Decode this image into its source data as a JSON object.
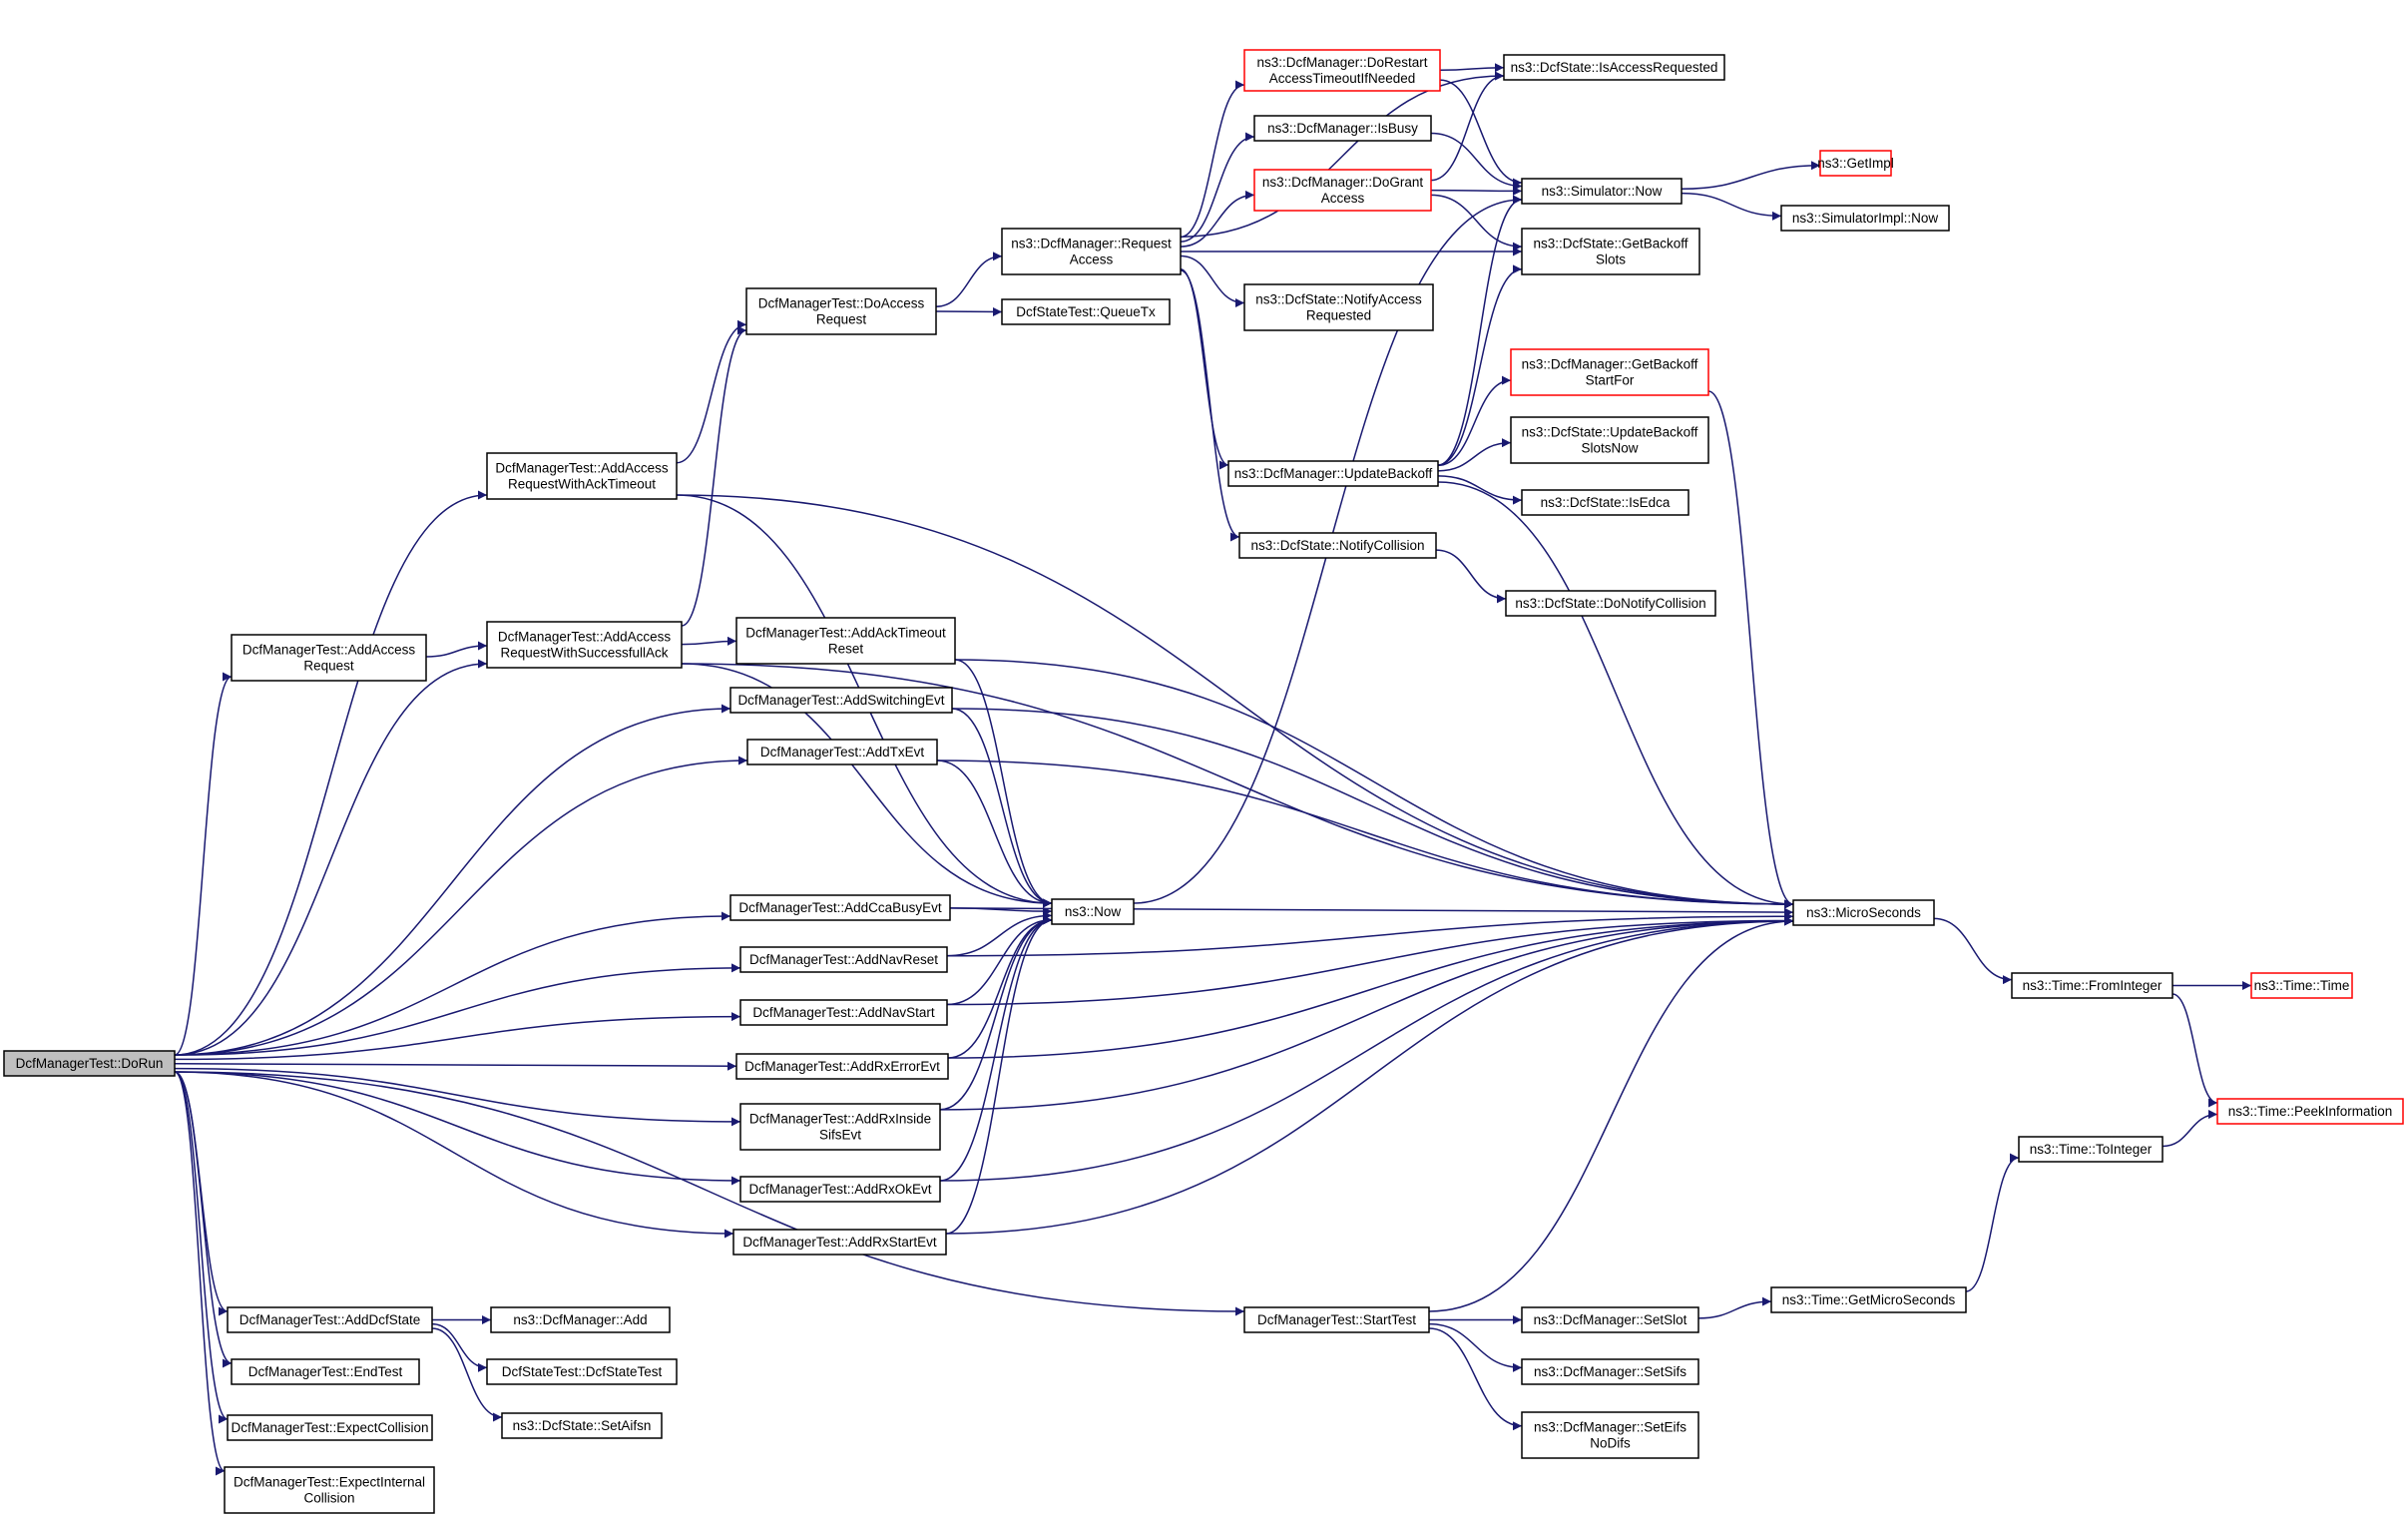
{
  "nodes": [
    {
      "id": "dorun",
      "lines": [
        "DcfManagerTest::DoRun"
      ],
      "style": "root"
    },
    {
      "id": "addAccTO",
      "lines": [
        "DcfManagerTest::AddAccess",
        "RequestWithAckTimeout"
      ],
      "style": "normal"
    },
    {
      "id": "addAccReq",
      "lines": [
        "DcfManagerTest::AddAccess",
        "Request"
      ],
      "style": "normal"
    },
    {
      "id": "addAccSucc",
      "lines": [
        "DcfManagerTest::AddAccess",
        "RequestWithSuccessfullAck"
      ],
      "style": "normal"
    },
    {
      "id": "doAccReq",
      "lines": [
        "DcfManagerTest::DoAccess",
        "Request"
      ],
      "style": "normal"
    },
    {
      "id": "queueTx",
      "lines": [
        "DcfStateTest::QueueTx"
      ],
      "style": "normal"
    },
    {
      "id": "reqAccess",
      "lines": [
        "ns3::DcfManager::Request",
        "Access"
      ],
      "style": "normal"
    },
    {
      "id": "doRestart",
      "lines": [
        "ns3::DcfManager::DoRestart",
        "AccessTimeoutIfNeeded"
      ],
      "style": "red"
    },
    {
      "id": "isAccReq",
      "lines": [
        "ns3::DcfState::IsAccessRequested"
      ],
      "style": "normal"
    },
    {
      "id": "isBusy",
      "lines": [
        "ns3::DcfManager::IsBusy"
      ],
      "style": "normal"
    },
    {
      "id": "doGrant",
      "lines": [
        "ns3::DcfManager::DoGrant",
        "Access"
      ],
      "style": "red"
    },
    {
      "id": "simNow",
      "lines": [
        "ns3::Simulator::Now"
      ],
      "style": "normal"
    },
    {
      "id": "getImpl",
      "lines": [
        "ns3::GetImpl"
      ],
      "style": "red"
    },
    {
      "id": "simImplNow",
      "lines": [
        "ns3::SimulatorImpl::Now"
      ],
      "style": "normal"
    },
    {
      "id": "getBackoffSlots",
      "lines": [
        "ns3::DcfState::GetBackoff",
        "Slots"
      ],
      "style": "normal"
    },
    {
      "id": "notifyAccReq",
      "lines": [
        "ns3::DcfState::NotifyAccess",
        "Requested"
      ],
      "style": "normal"
    },
    {
      "id": "getBackoffStart",
      "lines": [
        "ns3::DcfManager::GetBackoff",
        "StartFor"
      ],
      "style": "red"
    },
    {
      "id": "updBackoff",
      "lines": [
        "ns3::DcfManager::UpdateBackoff"
      ],
      "style": "normal"
    },
    {
      "id": "updBackoffNow",
      "lines": [
        "ns3::DcfState::UpdateBackoff",
        "SlotsNow"
      ],
      "style": "normal"
    },
    {
      "id": "isEdca",
      "lines": [
        "ns3::DcfState::IsEdca"
      ],
      "style": "normal"
    },
    {
      "id": "notifyColl",
      "lines": [
        "ns3::DcfState::NotifyCollision"
      ],
      "style": "normal"
    },
    {
      "id": "doNotifyColl",
      "lines": [
        "ns3::DcfState::DoNotifyCollision"
      ],
      "style": "normal"
    },
    {
      "id": "addAckTO",
      "lines": [
        "DcfManagerTest::AddAckTimeout",
        "Reset"
      ],
      "style": "normal"
    },
    {
      "id": "addSwitch",
      "lines": [
        "DcfManagerTest::AddSwitchingEvt"
      ],
      "style": "normal"
    },
    {
      "id": "addTx",
      "lines": [
        "DcfManagerTest::AddTxEvt"
      ],
      "style": "normal"
    },
    {
      "id": "addCca",
      "lines": [
        "DcfManagerTest::AddCcaBusyEvt"
      ],
      "style": "normal"
    },
    {
      "id": "now",
      "lines": [
        "ns3::Now"
      ],
      "style": "normal"
    },
    {
      "id": "addNavReset",
      "lines": [
        "DcfManagerTest::AddNavReset"
      ],
      "style": "normal"
    },
    {
      "id": "addNavStart",
      "lines": [
        "DcfManagerTest::AddNavStart"
      ],
      "style": "normal"
    },
    {
      "id": "addRxErr",
      "lines": [
        "DcfManagerTest::AddRxErrorEvt"
      ],
      "style": "normal"
    },
    {
      "id": "addRxInside",
      "lines": [
        "DcfManagerTest::AddRxInside",
        "SifsEvt"
      ],
      "style": "normal"
    },
    {
      "id": "addRxOk",
      "lines": [
        "DcfManagerTest::AddRxOkEvt"
      ],
      "style": "normal"
    },
    {
      "id": "addRxStart",
      "lines": [
        "DcfManagerTest::AddRxStartEvt"
      ],
      "style": "normal"
    },
    {
      "id": "micro",
      "lines": [
        "ns3::MicroSeconds"
      ],
      "style": "normal"
    },
    {
      "id": "fromInt",
      "lines": [
        "ns3::Time::FromInteger"
      ],
      "style": "normal"
    },
    {
      "id": "timeTime",
      "lines": [
        "ns3::Time::Time"
      ],
      "style": "red"
    },
    {
      "id": "peekInfo",
      "lines": [
        "ns3::Time::PeekInformation"
      ],
      "style": "red"
    },
    {
      "id": "toInt",
      "lines": [
        "ns3::Time::ToInteger"
      ],
      "style": "normal"
    },
    {
      "id": "getMicro",
      "lines": [
        "ns3::Time::GetMicroSeconds"
      ],
      "style": "normal"
    },
    {
      "id": "addDcf",
      "lines": [
        "DcfManagerTest::AddDcfState"
      ],
      "style": "normal"
    },
    {
      "id": "dmAdd",
      "lines": [
        "ns3::DcfManager::Add"
      ],
      "style": "normal"
    },
    {
      "id": "dstCtor",
      "lines": [
        "DcfStateTest::DcfStateTest"
      ],
      "style": "normal"
    },
    {
      "id": "setAifsn",
      "lines": [
        "ns3::DcfState::SetAifsn"
      ],
      "style": "normal"
    },
    {
      "id": "endTest",
      "lines": [
        "DcfManagerTest::EndTest"
      ],
      "style": "normal"
    },
    {
      "id": "expColl",
      "lines": [
        "DcfManagerTest::ExpectCollision"
      ],
      "style": "normal"
    },
    {
      "id": "expIntColl",
      "lines": [
        "DcfManagerTest::ExpectInternal",
        "Collision"
      ],
      "style": "normal"
    },
    {
      "id": "startTest",
      "lines": [
        "DcfManagerTest::StartTest"
      ],
      "style": "normal"
    },
    {
      "id": "setSlot",
      "lines": [
        "ns3::DcfManager::SetSlot"
      ],
      "style": "normal"
    },
    {
      "id": "setSifs",
      "lines": [
        "ns3::DcfManager::SetSifs"
      ],
      "style": "normal"
    },
    {
      "id": "setEifs",
      "lines": [
        "ns3::DcfManager::SetEifs",
        "NoDifs"
      ],
      "style": "normal"
    }
  ],
  "edges": [
    [
      "dorun",
      "addAccTO"
    ],
    [
      "dorun",
      "addAccReq"
    ],
    [
      "dorun",
      "addAccSucc"
    ],
    [
      "dorun",
      "addSwitch"
    ],
    [
      "dorun",
      "addTx"
    ],
    [
      "dorun",
      "addCca"
    ],
    [
      "dorun",
      "addNavReset"
    ],
    [
      "dorun",
      "addNavStart"
    ],
    [
      "dorun",
      "addRxErr"
    ],
    [
      "dorun",
      "addRxInside"
    ],
    [
      "dorun",
      "addRxOk"
    ],
    [
      "dorun",
      "addRxStart"
    ],
    [
      "dorun",
      "startTest"
    ],
    [
      "dorun",
      "addDcf"
    ],
    [
      "dorun",
      "endTest"
    ],
    [
      "dorun",
      "expColl"
    ],
    [
      "dorun",
      "expIntColl"
    ],
    [
      "addAccReq",
      "addAccSucc"
    ],
    [
      "addAccTO",
      "doAccReq"
    ],
    [
      "addAccTO",
      "micro"
    ],
    [
      "addAccTO",
      "now"
    ],
    [
      "addAccSucc",
      "doAccReq"
    ],
    [
      "addAccSucc",
      "addAckTO"
    ],
    [
      "addAccSucc",
      "micro"
    ],
    [
      "addAccSucc",
      "now"
    ],
    [
      "doAccReq",
      "reqAccess"
    ],
    [
      "doAccReq",
      "queueTx"
    ],
    [
      "reqAccess",
      "doRestart"
    ],
    [
      "reqAccess",
      "isAccReq"
    ],
    [
      "reqAccess",
      "isBusy"
    ],
    [
      "reqAccess",
      "doGrant"
    ],
    [
      "reqAccess",
      "getBackoffSlots"
    ],
    [
      "reqAccess",
      "notifyAccReq"
    ],
    [
      "reqAccess",
      "updBackoff"
    ],
    [
      "reqAccess",
      "notifyColl"
    ],
    [
      "doRestart",
      "isAccReq"
    ],
    [
      "doRestart",
      "simNow"
    ],
    [
      "isBusy",
      "simNow"
    ],
    [
      "doGrant",
      "isAccReq"
    ],
    [
      "doGrant",
      "simNow"
    ],
    [
      "doGrant",
      "getBackoffSlots"
    ],
    [
      "simNow",
      "getImpl"
    ],
    [
      "simNow",
      "simImplNow"
    ],
    [
      "updBackoff",
      "simNow"
    ],
    [
      "updBackoff",
      "getBackoffSlots"
    ],
    [
      "updBackoff",
      "getBackoffStart"
    ],
    [
      "updBackoff",
      "updBackoffNow"
    ],
    [
      "updBackoff",
      "isEdca"
    ],
    [
      "updBackoff",
      "micro"
    ],
    [
      "getBackoffStart",
      "micro"
    ],
    [
      "notifyColl",
      "doNotifyColl"
    ],
    [
      "now",
      "simNow"
    ],
    [
      "addAckTO",
      "now"
    ],
    [
      "addAckTO",
      "micro"
    ],
    [
      "addSwitch",
      "now"
    ],
    [
      "addSwitch",
      "micro"
    ],
    [
      "addTx",
      "now"
    ],
    [
      "addTx",
      "micro"
    ],
    [
      "addCca",
      "now"
    ],
    [
      "addCca",
      "micro"
    ],
    [
      "addNavReset",
      "now"
    ],
    [
      "addNavReset",
      "micro"
    ],
    [
      "addNavStart",
      "now"
    ],
    [
      "addNavStart",
      "micro"
    ],
    [
      "addRxErr",
      "now"
    ],
    [
      "addRxErr",
      "micro"
    ],
    [
      "addRxInside",
      "now"
    ],
    [
      "addRxInside",
      "micro"
    ],
    [
      "addRxOk",
      "now"
    ],
    [
      "addRxOk",
      "micro"
    ],
    [
      "addRxStart",
      "now"
    ],
    [
      "addRxStart",
      "micro"
    ],
    [
      "micro",
      "fromInt"
    ],
    [
      "fromInt",
      "timeTime"
    ],
    [
      "fromInt",
      "peekInfo"
    ],
    [
      "toInt",
      "peekInfo"
    ],
    [
      "getMicro",
      "toInt"
    ],
    [
      "startTest",
      "setSlot"
    ],
    [
      "startTest",
      "setSifs"
    ],
    [
      "startTest",
      "setEifs"
    ],
    [
      "startTest",
      "micro"
    ],
    [
      "setSlot",
      "getMicro"
    ],
    [
      "addDcf",
      "dmAdd"
    ],
    [
      "addDcf",
      "dstCtor"
    ],
    [
      "addDcf",
      "setAifsn"
    ]
  ]
}
